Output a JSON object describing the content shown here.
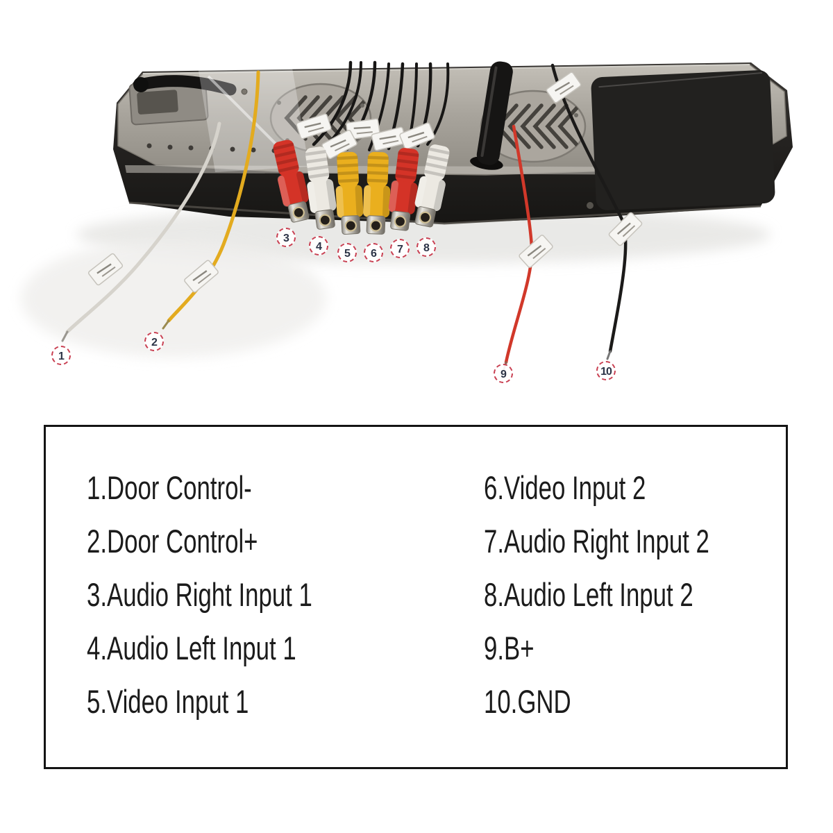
{
  "legend": {
    "left": [
      "1.Door Control-",
      "2.Door Control+",
      "3.Audio Right Input 1",
      "4.Audio Left Input 1",
      "5.Video Input 1"
    ],
    "right": [
      "6.Video Input 2",
      "7.Audio Right Input 2",
      "8.Audio Left Input 2",
      "9.B+",
      "10.GND"
    ]
  },
  "labels": {
    "wires": [
      {
        "num": "1",
        "color_name": "white",
        "hex": "#d6d3cc"
      },
      {
        "num": "2",
        "color_name": "yellow",
        "hex": "#e3ab1f"
      },
      {
        "num": "9",
        "color_name": "red",
        "hex": "#d1382a"
      },
      {
        "num": "10",
        "color_name": "black",
        "hex": "#1b1a19"
      }
    ],
    "connectors": [
      {
        "num": "3",
        "color_name": "red",
        "hex": "#d43327"
      },
      {
        "num": "4",
        "color_name": "white",
        "hex": "#ece9e2"
      },
      {
        "num": "5",
        "color_name": "yellow",
        "hex": "#eaaf1e"
      },
      {
        "num": "6",
        "color_name": "yellow",
        "hex": "#eaaf1e"
      },
      {
        "num": "7",
        "color_name": "red",
        "hex": "#d43327"
      },
      {
        "num": "8",
        "color_name": "white",
        "hex": "#ece9e2"
      }
    ]
  },
  "colors": {
    "badge_ring": "#c94052",
    "badge_text": "#2b3346",
    "legend_border": "#141414",
    "legend_text": "#1b1b1b",
    "device_silver": "#a8a49c",
    "device_dark": "#23211e",
    "background": "#ffffff"
  }
}
